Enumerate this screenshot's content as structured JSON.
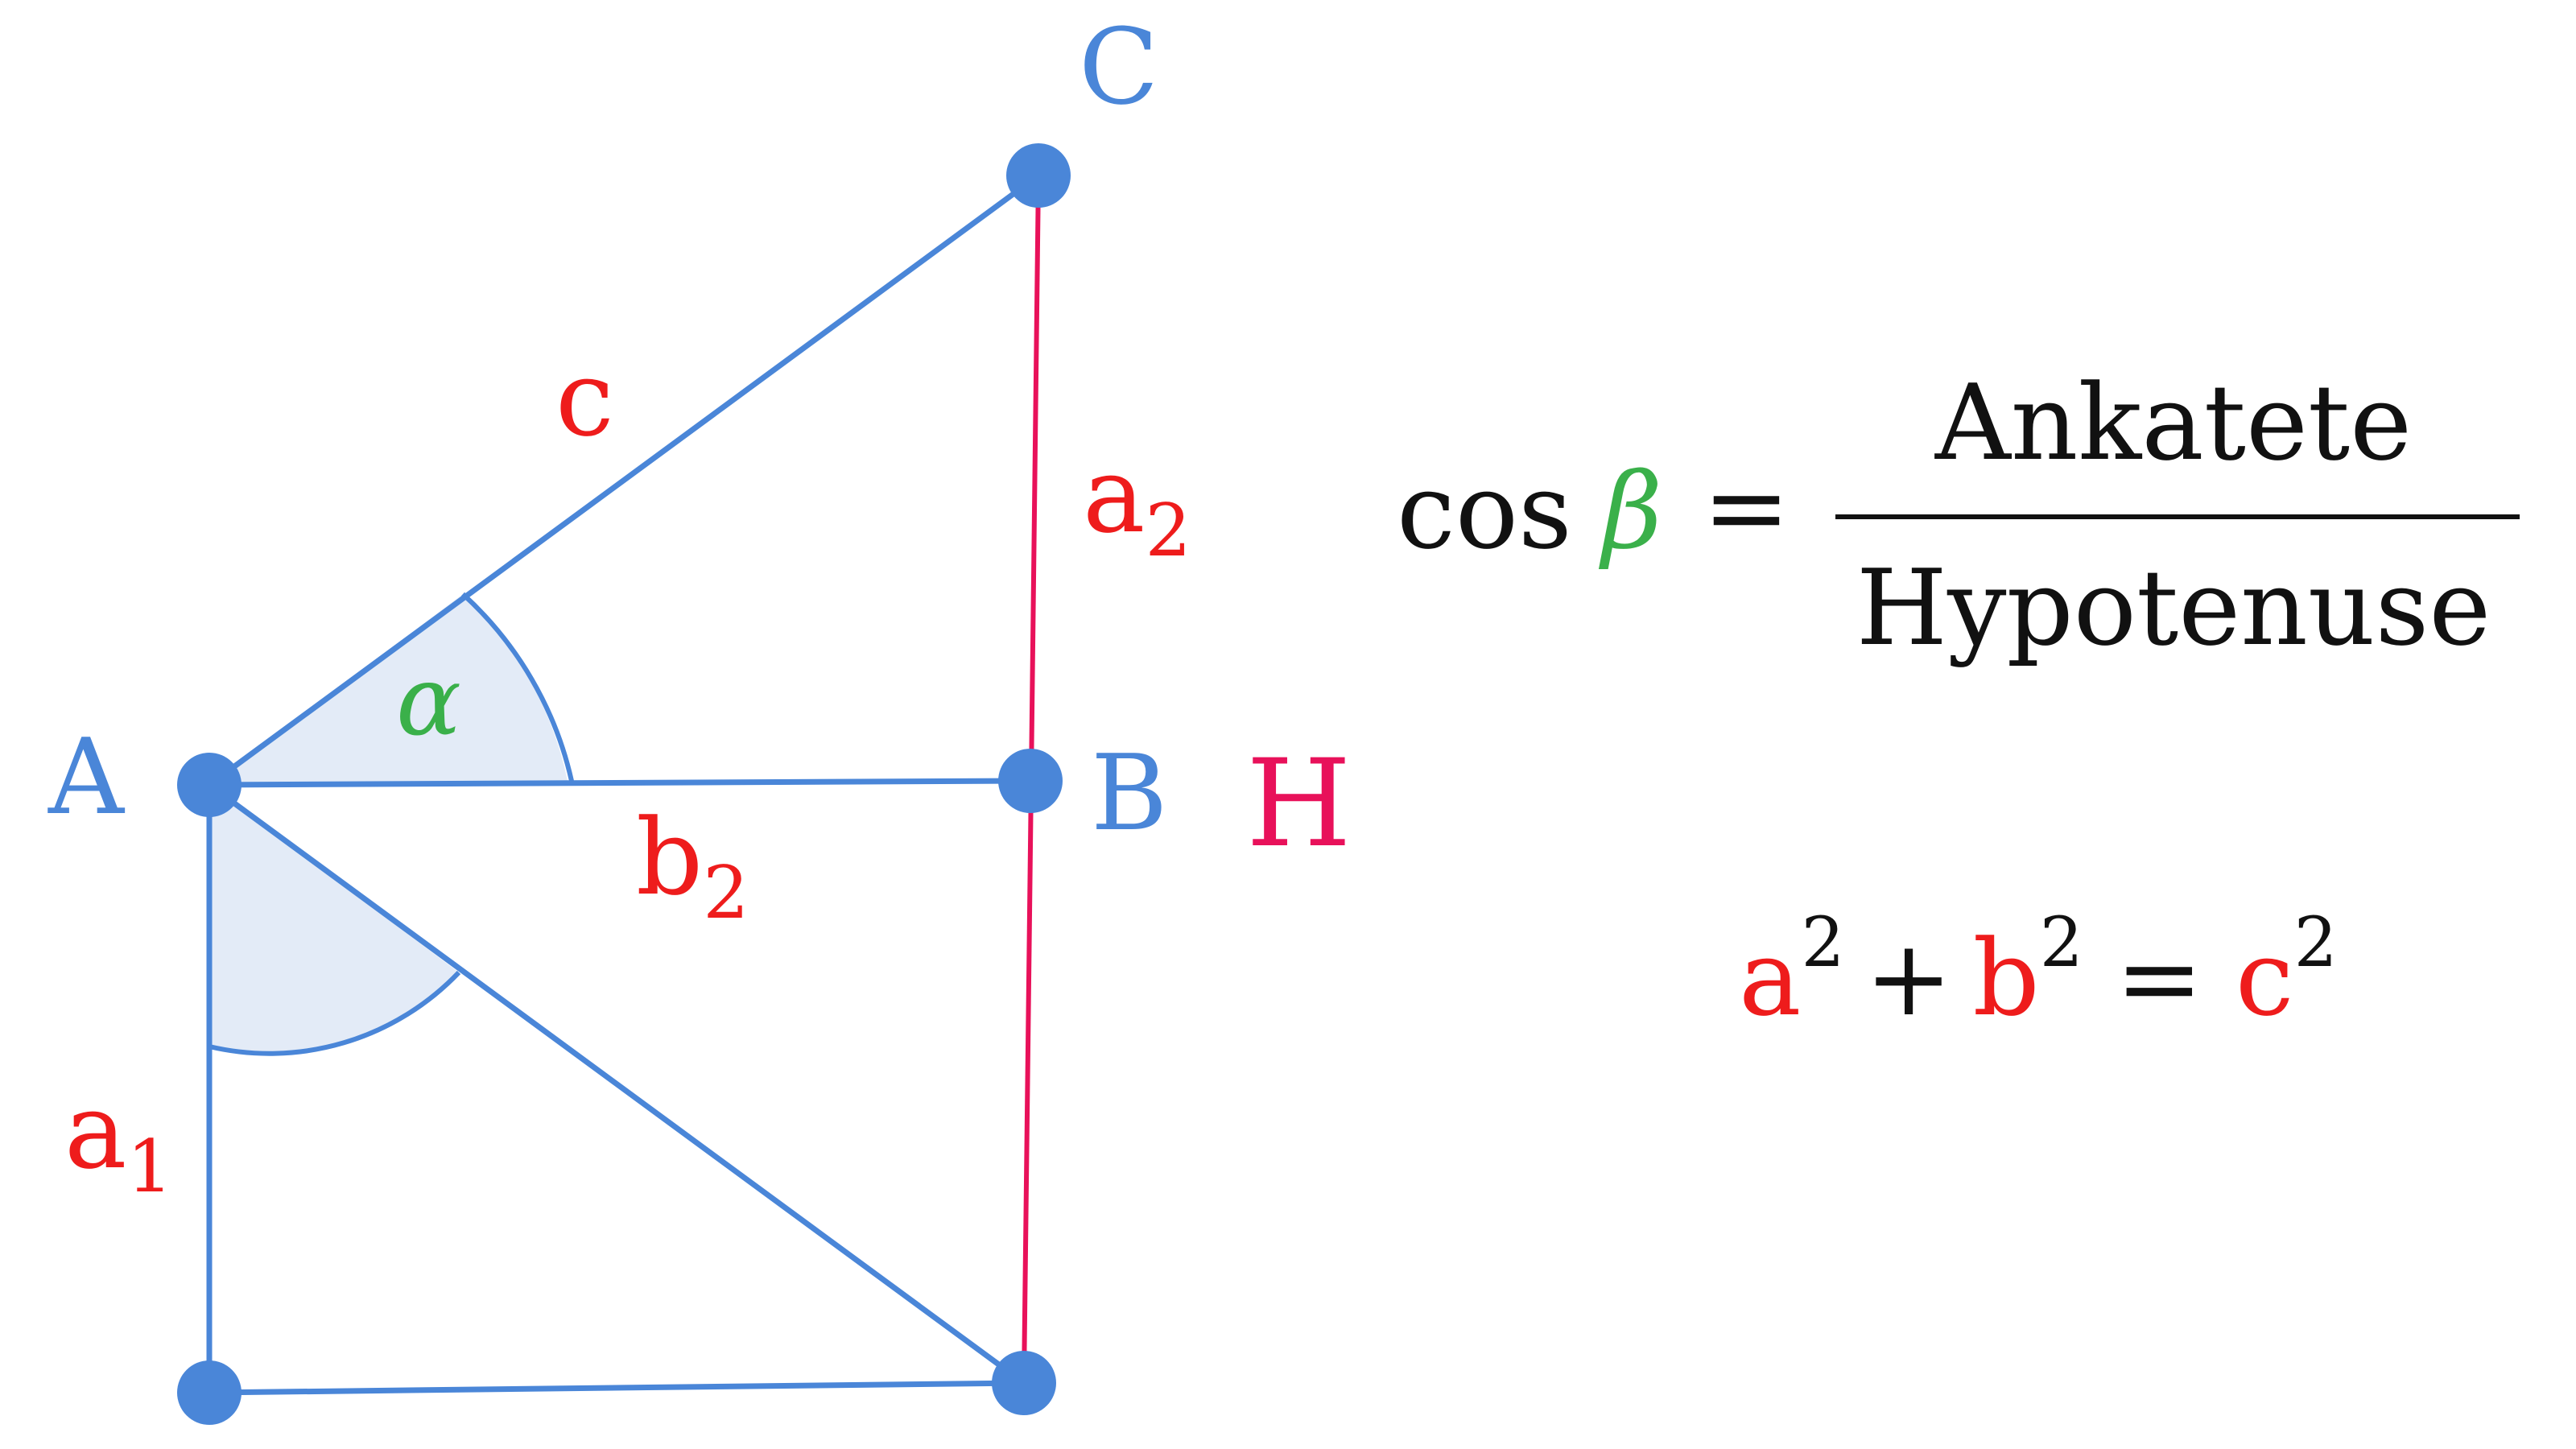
{
  "colors": {
    "geometry_blue": "#4a86d8",
    "angle_fill": "#e3ebf7",
    "segment_red": "#ee1c1c",
    "line_pink": "#e8115a",
    "angle_green": "#3ab04a",
    "text_black": "#111111"
  },
  "points": {
    "A": "A",
    "B": "B",
    "C": "C",
    "H": "H"
  },
  "segments": {
    "c": "c",
    "a2": "a",
    "a2_sub": "2",
    "b2": "b",
    "b2_sub": "2",
    "a1": "a",
    "a1_sub": "1"
  },
  "angles": {
    "alpha": "α"
  },
  "formula_cos": {
    "func": "cos",
    "angle": "β",
    "equals": "=",
    "numerator": "Ankatete",
    "denominator": "Hypotenuse"
  },
  "formula_pythagoras": {
    "a": "a",
    "a_exp": "2",
    "plus": "+",
    "b": "b",
    "b_exp": "2",
    "equals": "=",
    "c": "c",
    "c_exp": "2"
  }
}
